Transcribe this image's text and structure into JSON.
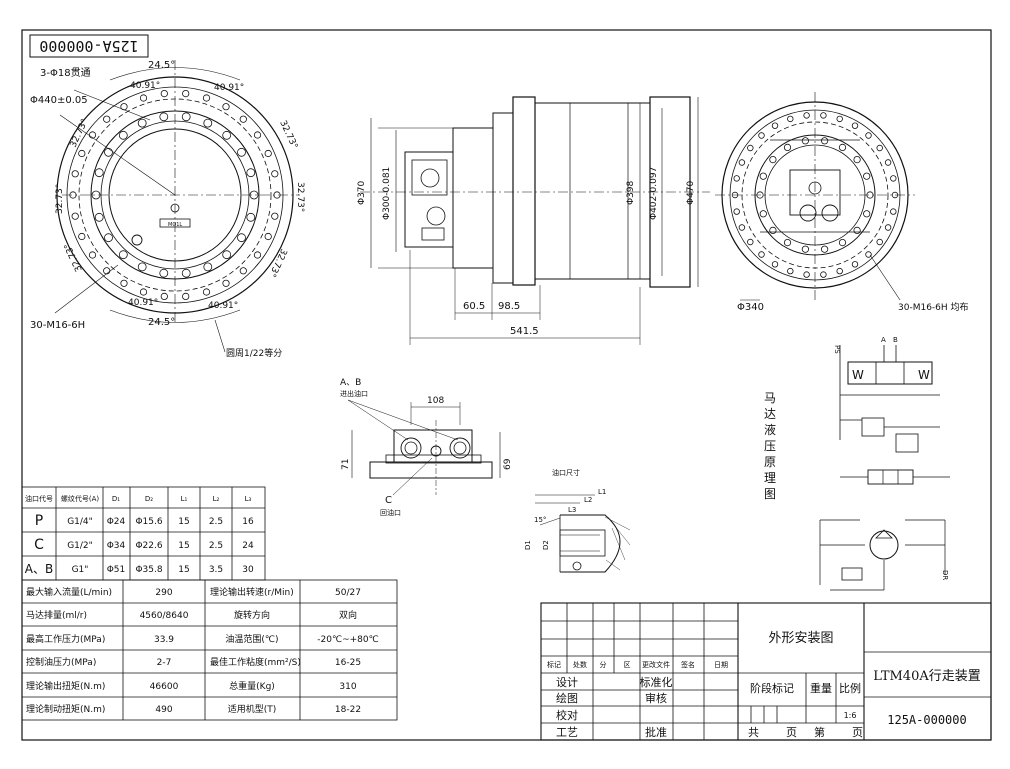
{
  "drawing_number_flipped": "125A-000000",
  "left_view": {
    "holes_label": "3-Φ18贯通",
    "pitch_dia": "Φ440±0.05",
    "thread_label": "30-M16-6H",
    "angle_top": "24.5°",
    "angle_bottom": "24.5°",
    "angles_small": [
      "40.91°",
      "40.91°",
      "40.91°",
      "40.91°"
    ],
    "angles_side": [
      "32.73°",
      "32.73°",
      "32.73°",
      "32.73°",
      "32.73°",
      "32.73°"
    ],
    "division_note": "圆周1/22等分",
    "center_label": "MO1L"
  },
  "side_view": {
    "dims_left": [
      "Φ370",
      "Φ300-0.081"
    ],
    "dims_right": [
      "Φ398",
      "Φ402-0.097",
      "Φ470"
    ],
    "dims_bottom": [
      "60.5",
      "98.5",
      "541.5"
    ]
  },
  "right_view": {
    "dia": "Φ340",
    "thread_label": "30-M16-6H 均布"
  },
  "port_view": {
    "label_ab": "A、B",
    "label_ab_sub": "进出油口",
    "label_c": "C",
    "label_c_sub": "回油口",
    "dim_top": "108",
    "dim_left": "71",
    "dim_right": "69"
  },
  "port_detail": {
    "title": "油口尺寸",
    "dims": [
      "L1",
      "L2",
      "L3",
      "15°",
      "D1",
      "D2"
    ]
  },
  "hydraulic": {
    "vertical_label": [
      "马",
      "达",
      "液",
      "压",
      "原",
      "理",
      "图"
    ],
    "port_labels": [
      "PS",
      "A",
      "B",
      "W",
      "W",
      "DR"
    ]
  },
  "port_table": {
    "headers": [
      "油口代号",
      "螺纹代号(A)",
      "D₁",
      "D₂",
      "L₁",
      "L₂",
      "L₃"
    ],
    "rows": [
      [
        "P",
        "G1/4\"",
        "Φ24",
        "Φ15.6",
        "15",
        "2.5",
        "16"
      ],
      [
        "C",
        "G1/2\"",
        "Φ34",
        "Φ22.6",
        "15",
        "2.5",
        "24"
      ],
      [
        "A、B",
        "G1\"",
        "Φ51",
        "Φ35.8",
        "15",
        "3.5",
        "30"
      ]
    ]
  },
  "spec_table": {
    "rows": [
      [
        "最大输入流量(L/min)",
        "290",
        "理论输出转速(r/Min)",
        "50/27"
      ],
      [
        "马达排量(ml/r)",
        "4560/8640",
        "旋转方向",
        "双向"
      ],
      [
        "最高工作压力(MPa)",
        "33.9",
        "油温范围(℃)",
        "-20℃~+80℃"
      ],
      [
        "控制油压力(MPa)",
        "2-7",
        "最佳工作粘度(mm²/S)",
        "16-25"
      ],
      [
        "理论输出扭矩(N.m)",
        "46600",
        "总重量(Kg)",
        "310"
      ],
      [
        "理论制动扭矩(N.m)",
        "490",
        "适用机型(T)",
        "18-22"
      ]
    ]
  },
  "title_block": {
    "header_cells": [
      "标记",
      "处数",
      "分",
      "区",
      "更改文件",
      "签名",
      "日期"
    ],
    "left_labels": [
      "设计",
      "绘图",
      "校对",
      "工艺"
    ],
    "mid_labels": [
      "标准化",
      "审核",
      "批准"
    ],
    "drawing_name": "外形安装图",
    "stage_label": "阶段标记",
    "weight_label": "重量",
    "scale_label": "比例",
    "scale_value": "1:6",
    "sheet_total": "共",
    "sheet_page": "页",
    "sheet_num": "第",
    "sheet_page2": "页",
    "product_name": "LTM40A行走装置",
    "drawing_number": "125A-000000"
  }
}
